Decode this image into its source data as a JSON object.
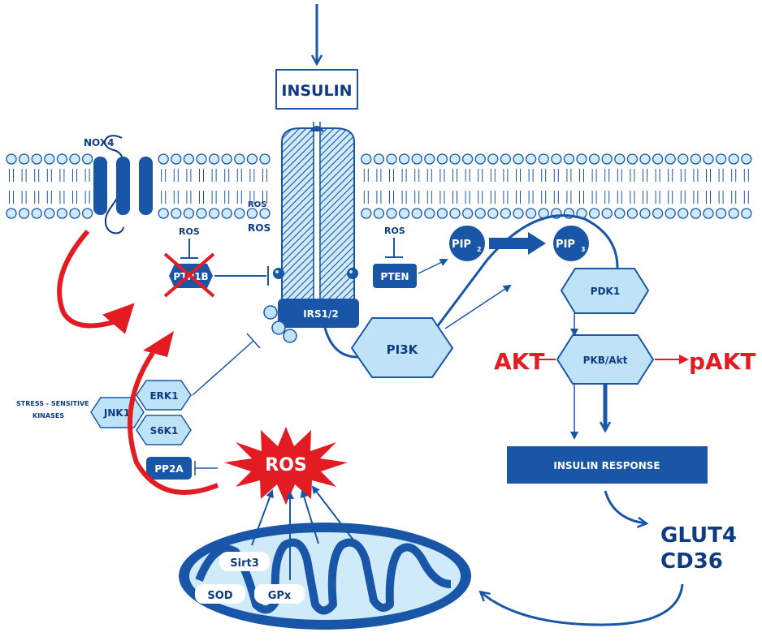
{
  "labels": {
    "insulin": "INSULIN",
    "nox4": "NOX4",
    "ros_ptp1b": "ROS",
    "ptp1b": "PTP1B",
    "ros_receptor_a": "ROS",
    "ros_receptor_b": "ROS",
    "ros_pten": "ROS",
    "pten": "PTEN",
    "pip2_main": "PIP",
    "pip2_sub": "2",
    "pip3_main": "PIP",
    "pip3_sub": "3",
    "irs": "IRS1/2",
    "pi3k": "PI3K",
    "pdk1": "PDK1",
    "pkb_akt": "PKB/Akt",
    "akt": "AKT",
    "pakt": "pAKT",
    "insulin_response": "INSULIN RESPONSE",
    "glut4": "GLUT4",
    "cd36": "CD36",
    "stress_line1": "STRESS - SENSITIVE",
    "stress_line2": "KINASES",
    "jnk1": "JNK1",
    "erk1": "ERK1",
    "s6k1": "S6K1",
    "pp2a": "PP2A",
    "ros_burst": "ROS",
    "sirt3": "Sirt3",
    "sod": "SOD",
    "gpx": "GPx"
  },
  "colors": {
    "dark_blue": "#1a56a8",
    "navy": "#0e3b82",
    "light_blue": "#bfe3f6",
    "membrane_head": "#cfeaf8",
    "red": "#e31b23"
  }
}
